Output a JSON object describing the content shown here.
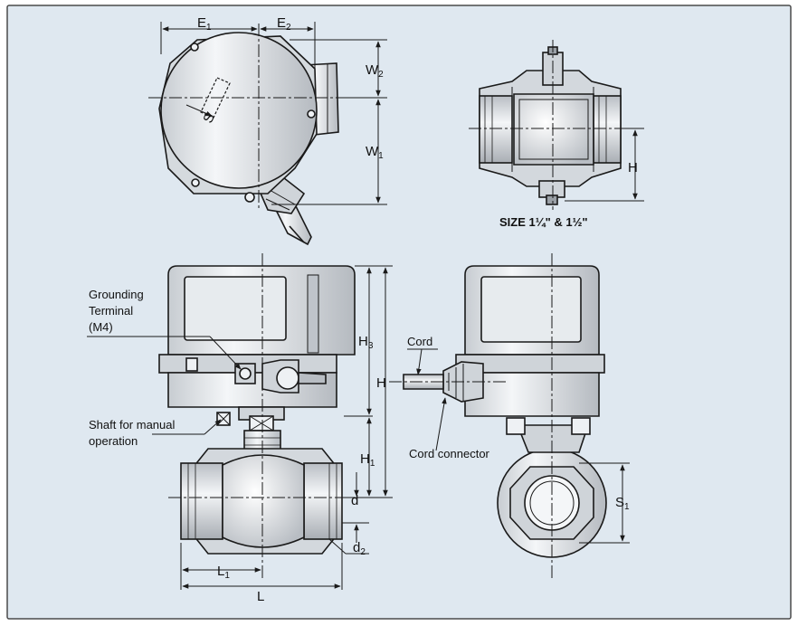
{
  "colors": {
    "background": "#ffffff",
    "panel": "#dfe8f0",
    "panel_border": "#4a4a4a",
    "metal_light": "#eef1f4",
    "metal_mid": "#c7ccd1",
    "metal_dark": "#8b9096",
    "line": "#1a1a1a",
    "dimension_line": "#1a1a1a"
  },
  "labels": {
    "e1": "E",
    "e1_sub": "1",
    "e2": "E",
    "e2_sub": "2",
    "w2": "W",
    "w2_sub": "2",
    "w1": "W",
    "w1_sub": "1",
    "s_top": "S",
    "h_right": "H",
    "size_caption": "SIZE 1¼\" & 1½\"",
    "grounding_1": "Grounding",
    "grounding_2": "Terminal",
    "grounding_3": "(M4)",
    "shaft_1": "Shaft for manual",
    "shaft_2": "operation",
    "h3": "H",
    "h3_sub": "3",
    "h_mid": "H",
    "h1": "H",
    "h1_sub": "1",
    "d": "d",
    "d2": "d",
    "d2_sub": "2",
    "l1": "L",
    "l1_sub": "1",
    "l": "L",
    "cord": "Cord",
    "cord_connector": "Cord connector",
    "s1": "S",
    "s1_sub": "1"
  }
}
